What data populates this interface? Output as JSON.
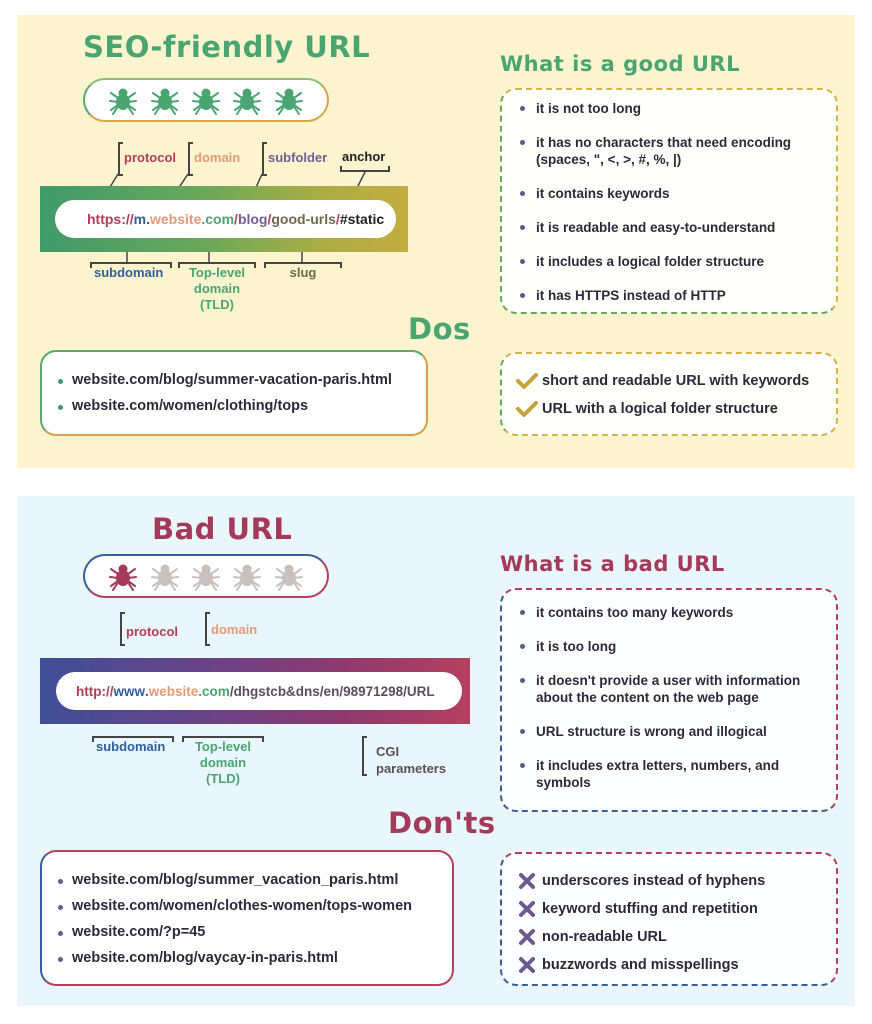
{
  "good": {
    "title": "SEO-friendly URL",
    "spiders": {
      "active": 5,
      "total": 5
    },
    "labels": {
      "protocol": "protocol",
      "domain": "domain",
      "subfolder": "subfolder",
      "anchor": "anchor",
      "subdomain": "subdomain",
      "tld_line1": "Top-level",
      "tld_line2": "domain",
      "tld_line3": "(TLD)",
      "slug": "slug"
    },
    "url": {
      "p1": "https://",
      "p2": "m",
      "p3": ".",
      "p4": "website",
      "p5": ".com",
      "p6": "/",
      "p7": "blog",
      "p8": "/",
      "p9": "good-urls",
      "p10": "/",
      "p11": "#static"
    },
    "what_title": "What is a good URL",
    "what_items": [
      "it is not too long",
      "it has no characters that need encoding (spaces, \", <, >, #, %, |)",
      "it contains keywords",
      "it is readable and easy-to-understand",
      "it includes a logical folder structure",
      "it has HTTPS instead of HTTP"
    ],
    "dos_title": "Dos",
    "examples": [
      "website.com/blog/summer-vacation-paris.html",
      "website.com/women/clothing/tops"
    ],
    "checks": [
      "short and readable URL with keywords",
      "URL with a logical folder structure"
    ]
  },
  "bad": {
    "title": "Bad URL",
    "spiders": {
      "active": 1,
      "total": 5
    },
    "labels": {
      "protocol": "protocol",
      "domain": "domain",
      "subdomain": "subdomain",
      "tld_line1": "Top-level",
      "tld_line2": "domain",
      "tld_line3": "(TLD)",
      "cgi_line1": "CGI",
      "cgi_line2": "parameters"
    },
    "url": {
      "p1": "http://",
      "p2": "www",
      "p3": ".",
      "p4": "website",
      "p5": ".com",
      "p6": "/dhgstcb&dns/en/98971298/URL"
    },
    "what_title": "What is a bad URL",
    "what_items": [
      "it contains too many keywords",
      "it is too long",
      "it doesn't provide a user with information about the content on the web page",
      "URL structure is wrong and illogical",
      "it includes extra letters, numbers, and symbols"
    ],
    "donts_title": "Don'ts",
    "examples": [
      "website.com/blog/summer_vacation_paris.html",
      "website.com/women/clothes-women/tops-women",
      "website.com/?p=45",
      "website.com/blog/vaycay-in-paris.html"
    ],
    "crosses": [
      "underscores instead of hyphens",
      "keyword stuffing and repetition",
      "non-readable URL",
      "buzzwords and misspellings"
    ]
  },
  "colors": {
    "good_bg": "#fbf4cf",
    "bad_bg": "#e9f6fb",
    "green": "#4aa571",
    "red": "#a43a59",
    "orange": "#d98c59",
    "blue": "#2f5f9e",
    "purple": "#6f6290",
    "gold": "#c6a23a",
    "cross": "#6a5a8e"
  }
}
